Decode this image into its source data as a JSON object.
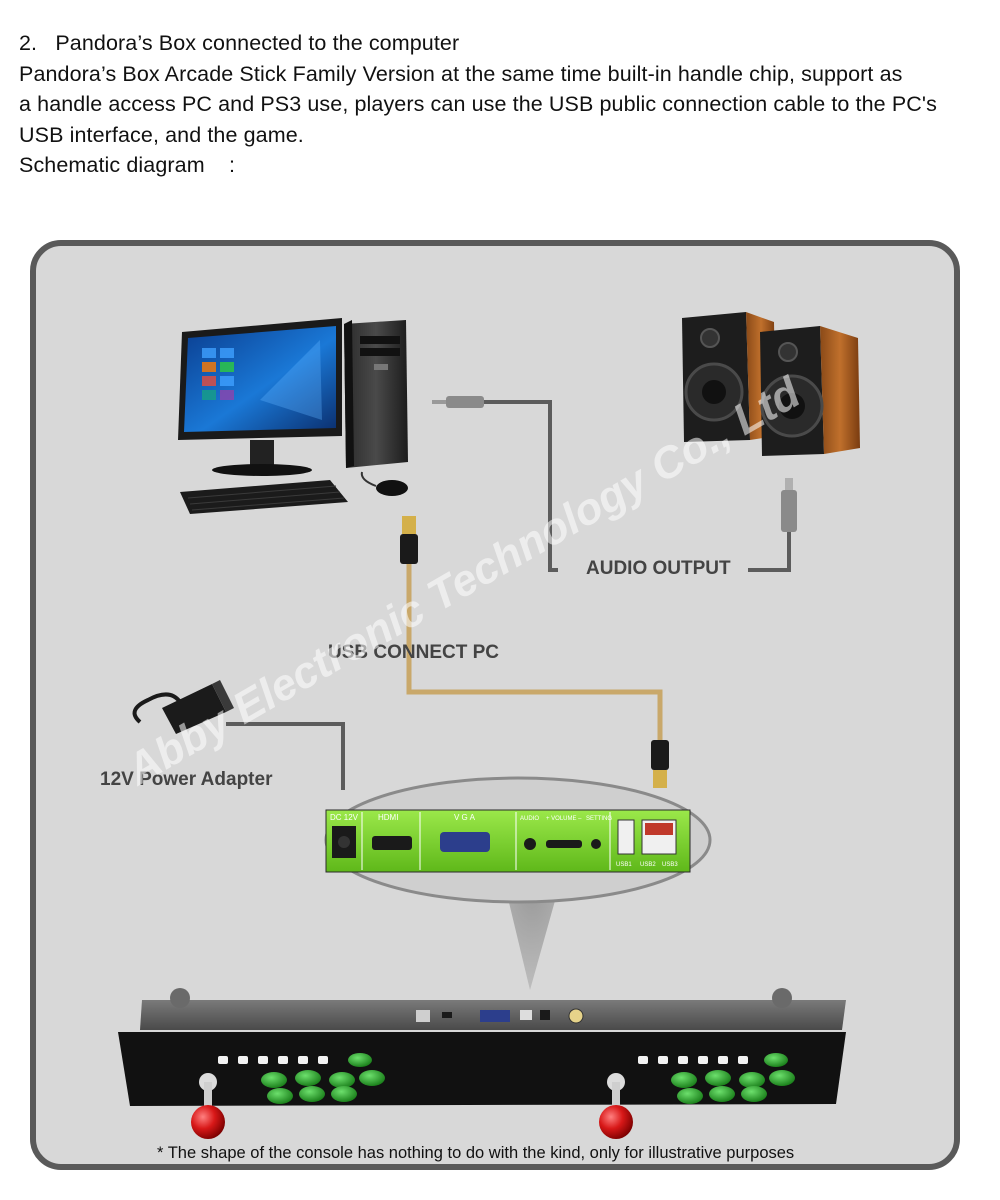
{
  "heading": "2.   Pandora’s Box connected to the computer",
  "paragraph_1": "Pandora’s Box Arcade Stick Family Version at the same time built-in handle chip, support as",
  "paragraph_2": "a handle access PC and PS3 use, players can use the USB public connection cable to the PC's",
  "paragraph_3": "USB interface, and the game.",
  "schematic_caption": "Schematic diagram    :",
  "diagram": {
    "label_audio_output": "AUDIO OUTPUT",
    "label_usb_connect": "USB CONNECT PC",
    "label_power_adapter": "12V Power Adapter",
    "watermark": "Abby Electronic Technology Co., Ltd",
    "footnote": "* The shape of the console has nothing to do with the kind, only for illustrative purposes",
    "ports": {
      "dc": "DC 12V",
      "hdmi": "HDMI",
      "vga": "V G A",
      "audio": "AUDIO",
      "volume": "+ VOLUME –",
      "setting": "SETTING",
      "usb1": "USB1",
      "usb2": "USB2",
      "usb3": "USB3"
    },
    "colors": {
      "panel_bg": "#d8d8d8",
      "panel_border": "#5a5a5a",
      "cable_gold": "#c9a86a",
      "cable_gray": "#5c5c5c",
      "port_green": "#7ed321",
      "button_green": "#2aa32a",
      "ball_red": "#d81818"
    }
  }
}
